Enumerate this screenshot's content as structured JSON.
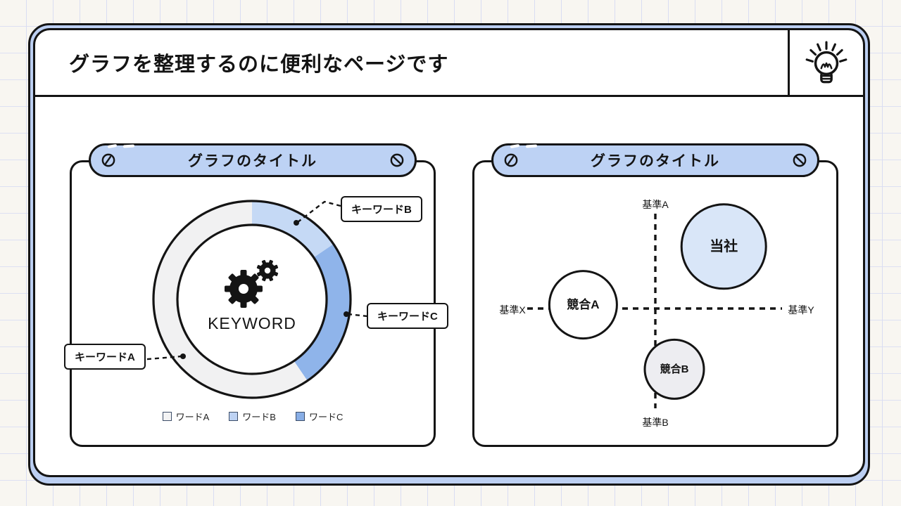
{
  "header": {
    "title": "グラフを整理するのに便利なページです",
    "icon": "lightbulb"
  },
  "icons": {
    "header_icon": "lightbulb",
    "pill_decor": "screw",
    "donut_center_icon": "gears"
  },
  "left_panel": {
    "title": "グラフのタイトル",
    "center_label": "KEYWORD",
    "callouts": {
      "a": "キーワードA",
      "b": "キーワードB",
      "c": "キーワードC"
    },
    "legend": [
      {
        "label": "ワードA",
        "color": "#f3f3f4"
      },
      {
        "label": "ワードB",
        "color": "#bdd2f3"
      },
      {
        "label": "ワードC",
        "color": "#88aee6"
      }
    ]
  },
  "right_panel": {
    "title": "グラフのタイトル",
    "axis": {
      "top": "基準A",
      "bottom": "基準B",
      "left": "基準X",
      "right": "基準Y"
    }
  },
  "chart_data": [
    {
      "type": "pie",
      "subtype": "donut",
      "title": "グラフのタイトル",
      "center_label": "KEYWORD",
      "slices": [
        {
          "label": "ワードB",
          "pct": 15.5,
          "color": "#c5d9f5"
        },
        {
          "label": "ワードC",
          "pct": 25.0,
          "color": "#8fb4ea"
        },
        {
          "label": "ワードA",
          "pct": 59.5,
          "color": "#f1f1f2"
        }
      ],
      "start_angle_deg": 0,
      "legend_position": "bottom",
      "callouts": [
        "キーワードA",
        "キーワードB",
        "キーワードC"
      ]
    },
    {
      "type": "scatter",
      "subtype": "quadrant-bubble",
      "title": "グラフのタイトル",
      "axis_labels": {
        "top": "基準A",
        "bottom": "基準B",
        "left": "基準X",
        "right": "基準Y"
      },
      "axis_range": {
        "x": [
          -1,
          1
        ],
        "y": [
          -1,
          1
        ]
      },
      "points": [
        {
          "label": "当社",
          "x": 0.54,
          "y": 0.49,
          "r": 60,
          "color": "#d9e6f8",
          "font": 20
        },
        {
          "label": "競合A",
          "x": -0.57,
          "y": 0.03,
          "r": 48,
          "color": "#ffffff",
          "font": 17
        },
        {
          "label": "競合B",
          "x": 0.15,
          "y": -0.48,
          "r": 42,
          "color": "#ededf1",
          "font": 15
        }
      ]
    }
  ]
}
